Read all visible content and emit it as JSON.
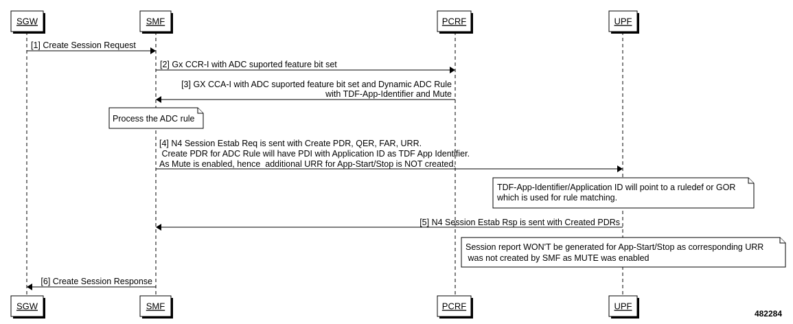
{
  "participants": {
    "sgw": "SGW",
    "smf": "SMF",
    "pcrf": "PCRF",
    "upf": "UPF"
  },
  "messages": {
    "m1": "[1] Create Session Request",
    "m2": "[2] Gx CCR-I with ADC suported feature bit set",
    "m3_line1": "[3] GX CCA-I with ADC suported feature bit set and Dynamic ADC Rule",
    "m3_line2": "with TDF-App-Identifier and Mute",
    "m4_line1": "[4] N4 Session Estab Req is sent with Create PDR, QER, FAR, URR.",
    "m4_line2": " Create PDR for ADC Rule will have PDI with Application ID as TDF App Identifier.",
    "m4_line3": "As Mute is enabled, hence  additional URR for App-Start/Stop is NOT created.",
    "m5": "[5] N4 Session Estab Rsp is sent with Created PDRs",
    "m6": "[6] Create Session Response"
  },
  "notes": {
    "process_adc": "Process the ADC rule",
    "tdf_line1": "TDF-App-Identifier/Application ID will point to a ruledef or GOR",
    "tdf_line2": "which is used for rule matching.",
    "report_line1": "Session report WON'T be generated for App-Start/Stop as corresponding URR",
    "report_line2": " was not created by SMF as MUTE was enabled"
  },
  "figure_id": "482284"
}
